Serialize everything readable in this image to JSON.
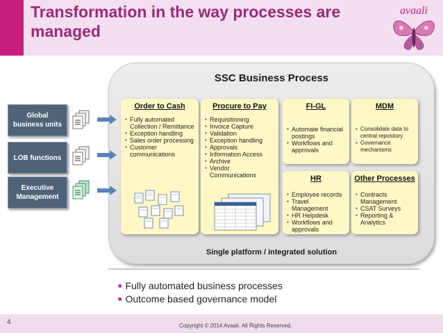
{
  "header": {
    "title": "Transformation in the way processes are managed",
    "logo_text": "avaali"
  },
  "main": {
    "title": "SSC Business Process",
    "footer": "Single platform / integrated solution",
    "boxes": [
      {
        "title": "Order to Cash",
        "items": [
          "Fully automated Collection / Remittance",
          "Exception handling",
          "Sales order processing",
          "Customer communications"
        ]
      },
      {
        "title": "Procure to Pay",
        "items": [
          "Requisitioning",
          "Invoice Capture",
          "Validation",
          "Exception handling",
          "Approvals",
          "Information Access",
          "Archive",
          "Vendor Communications"
        ]
      },
      {
        "title": "FI-GL",
        "items": [
          "Automate financial postings",
          "Workflows and approvals"
        ]
      },
      {
        "title": "MDM",
        "items": [
          "Consolidate data to central repository",
          "Governance mechanisms"
        ]
      },
      {
        "title": "HR",
        "items": [
          "Employee records",
          "Travel Management",
          "HR Helpdesk",
          "Workflows and approvals"
        ]
      },
      {
        "title": "Other Processes",
        "items": [
          "Contracts Management",
          "CSAT Surveys",
          "Reporting & Analytics"
        ]
      }
    ]
  },
  "sidebar": {
    "items": [
      "Global business units",
      "LOB functions",
      "Executive Management"
    ]
  },
  "bullets": [
    "Fully automated business processes",
    "Outcome based governance model"
  ],
  "footer": {
    "page_number": "4",
    "copyright": "Copyright © 2014 Avaali.  All Rights Reserved."
  },
  "colors": {
    "accent": "#c81f7e",
    "title": "#9b2a7a",
    "box": "#fff8c6",
    "side": "#4f6378"
  }
}
